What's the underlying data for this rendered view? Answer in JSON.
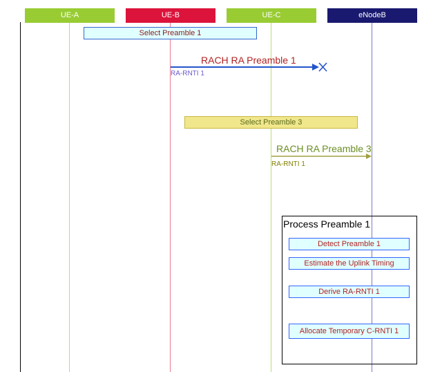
{
  "lifelines": [
    {
      "id": "ue-a",
      "label": "UE-A",
      "head_color": "#99cc33",
      "line_color": "#b9dd77"
    },
    {
      "id": "ue-b",
      "label": "UE-B",
      "head_color": "#dc143c",
      "line_color": "#e87890"
    },
    {
      "id": "ue-c",
      "label": "UE-C",
      "head_color": "#99cc33",
      "line_color": "#b9dd77"
    },
    {
      "id": "enodeb",
      "label": "eNodeB",
      "head_color": "#191970",
      "line_color": "#7b7bc4"
    }
  ],
  "actions": [
    {
      "id": "select-preamble-1",
      "label": "Select Preamble 1",
      "fill": "#e0ffff",
      "border": "#3366cc",
      "text_color": "#8b1a1a"
    },
    {
      "id": "select-preamble-3",
      "label": "Select Preamble 3",
      "fill": "#f0e68c",
      "border": "#c8b840",
      "text_color": "#5a6b1a"
    }
  ],
  "messages": [
    {
      "id": "rach-1",
      "label": "RACH RA Preamble 1",
      "param": "RA-RNTI 1",
      "color": "#2255cc",
      "label_color": "#b22222",
      "param_color": "#6a5acd",
      "lost": true
    },
    {
      "id": "rach-3",
      "label": "RACH RA Preamble 3",
      "param": "RA-RNTI 1",
      "color": "#a0a040",
      "label_color": "#6b8e23",
      "param_color": "#808000",
      "lost": false
    }
  ],
  "process": {
    "title": "Process Preamble 1",
    "steps": [
      "Detect Preamble 1",
      "Estimate the Uplink Timing",
      "Derive RA-RNTI 1",
      "Allocate Temporary C-RNTI 1"
    ],
    "step_fill": "#e0ffff",
    "step_border": "#3366ff",
    "step_text_color": "#b22222"
  }
}
